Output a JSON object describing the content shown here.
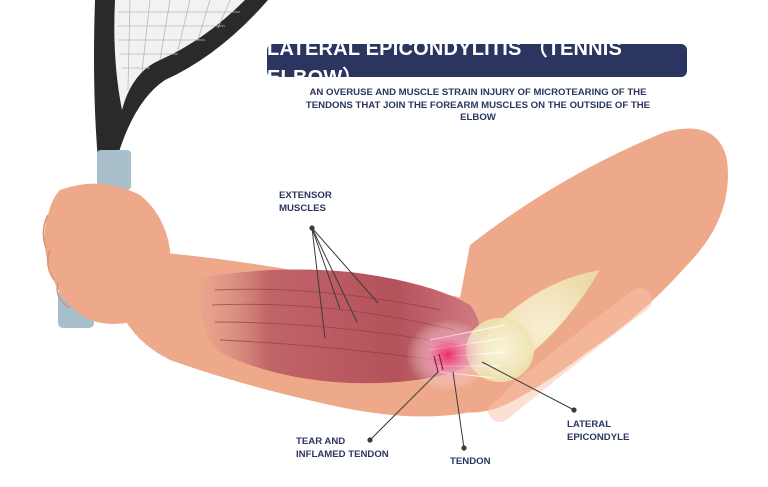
{
  "title": "LATERAL EPICONDYLITIS （TENNIS ELBOW）",
  "subtitle": "AN OVERUSE AND MUSCLE STRAIN INJURY OF MICROTEARING OF THE TENDONS THAT JOIN THE FOREARM MUSCLES ON THE OUTSIDE OF THE ELBOW",
  "labels": {
    "extensor_muscles_line1": "EXTENSOR",
    "extensor_muscles_line2": "MUSCLES",
    "tear_line1": "TEAR AND",
    "tear_line2": "INFLAMED TENDON",
    "tendon": "TENDON",
    "lateral_epicondyle_line1": "LATERAL",
    "lateral_epicondyle_line2": "EPICONDYLE"
  },
  "colors": {
    "title_bg": "#2b3560",
    "text": "#2b3560",
    "skin": "#eea88a",
    "muscle": "#b8545a",
    "racket": "#2a2a2a"
  },
  "icons": [
    "tennis-racket-icon",
    "arm-illustration-icon"
  ]
}
